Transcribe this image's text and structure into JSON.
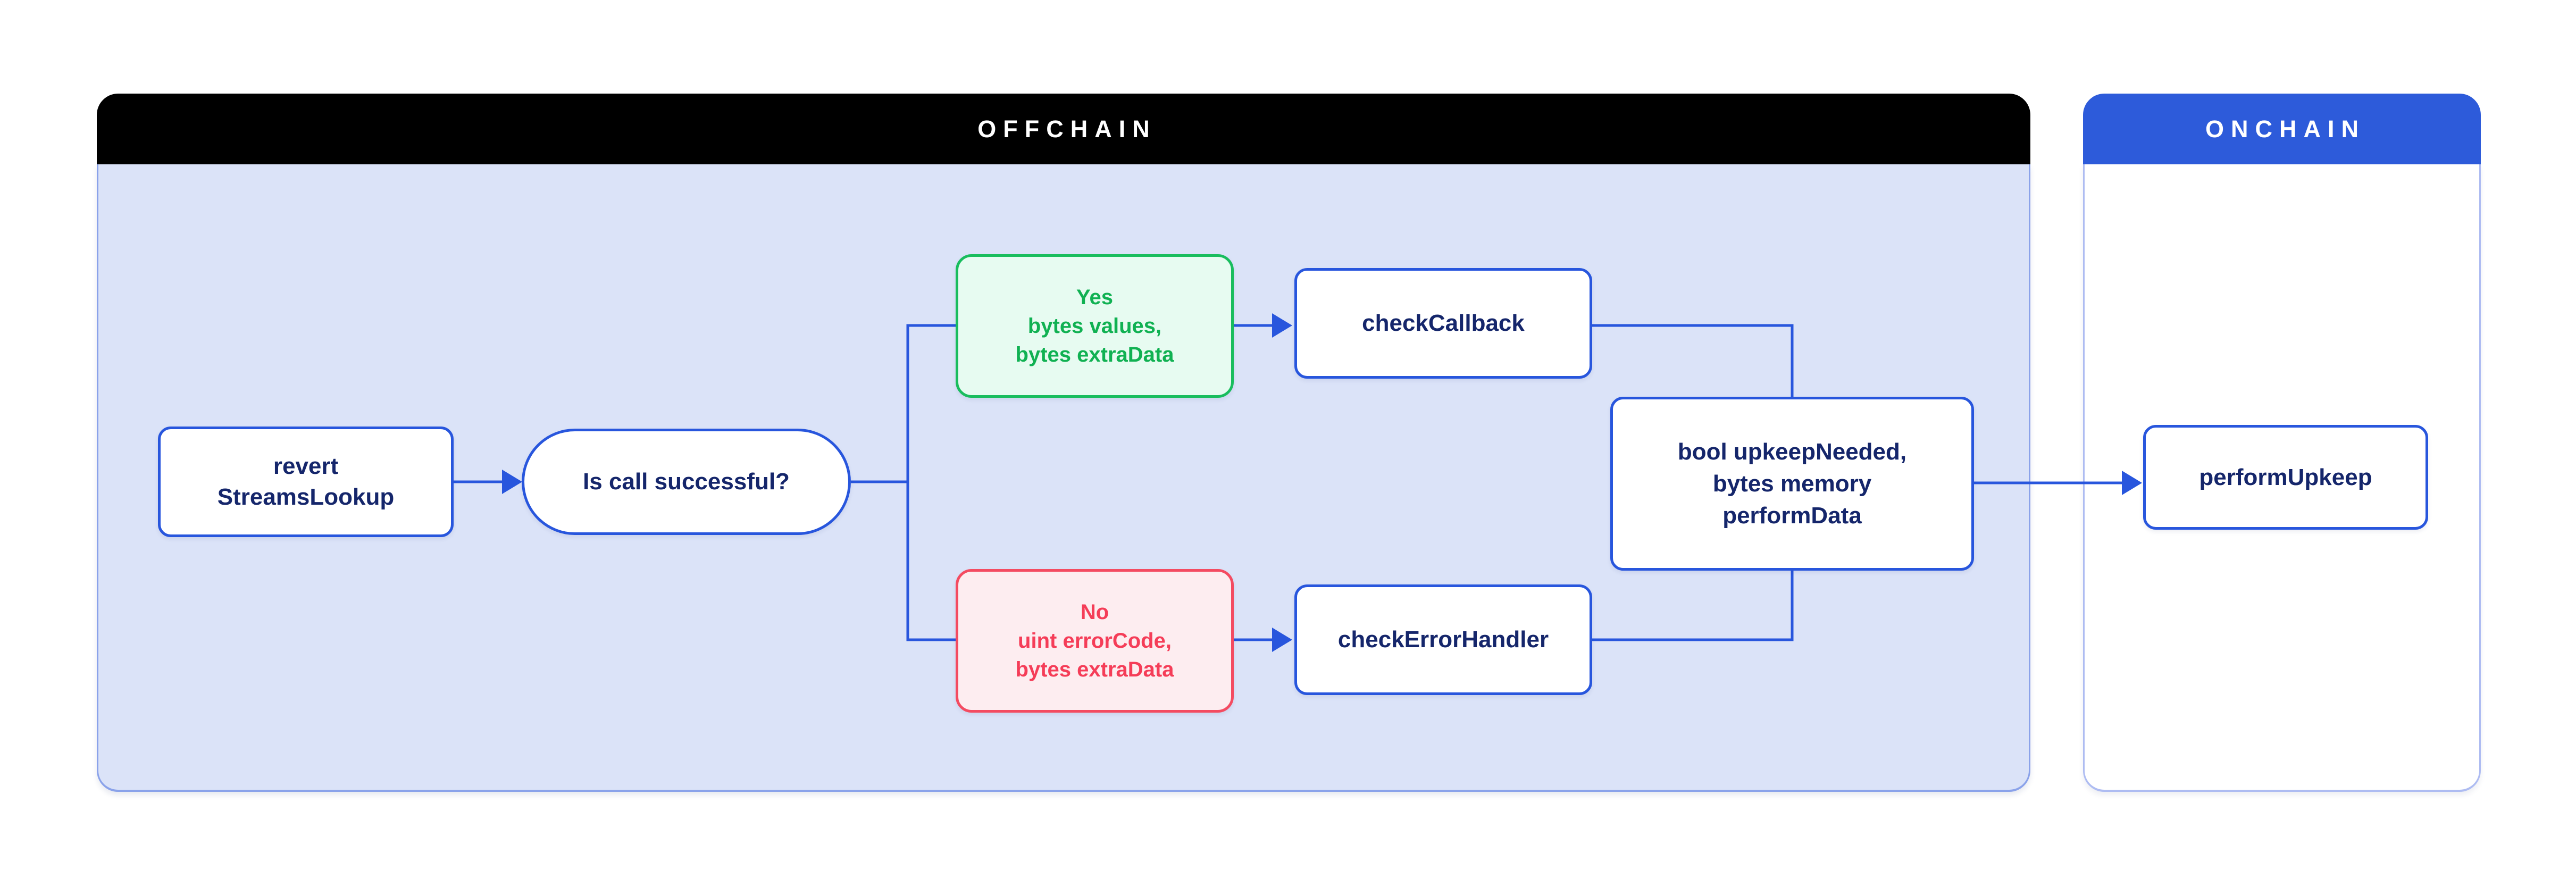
{
  "panels": {
    "offchain": {
      "title": "OFFCHAIN"
    },
    "onchain": {
      "title": "ONCHAIN"
    }
  },
  "nodes": {
    "revert_streams_lookup": {
      "lines": [
        "revert",
        "StreamsLookup"
      ]
    },
    "is_call_successful": {
      "label": "Is call successful?"
    },
    "yes_branch": {
      "lines": [
        "Yes",
        "bytes values,",
        "bytes extraData"
      ]
    },
    "check_callback": {
      "label": "checkCallback"
    },
    "no_branch": {
      "lines": [
        "No",
        "uint errorCode,",
        "bytes extraData"
      ]
    },
    "check_error_handler": {
      "label": "checkErrorHandler"
    },
    "upkeep_result": {
      "lines": [
        "bool upkeepNeeded,",
        "bytes memory",
        "performData"
      ]
    },
    "perform_upkeep": {
      "label": "performUpkeep"
    }
  },
  "colors": {
    "accent_blue": "#2856dd",
    "offchain_header": "#000000",
    "onchain_header": "#2d5bda",
    "navy_text": "#15266b",
    "offchain_fill": "#dbe3f8",
    "offchain_border": "#8aa2ea",
    "onchain_border": "#aebcf2",
    "green": "#19bd5e",
    "green_text": "#10b152",
    "green_fill": "#e7fbf1",
    "red": "#f44b61",
    "red_text": "#f53d58",
    "red_fill": "#fdedf0"
  }
}
